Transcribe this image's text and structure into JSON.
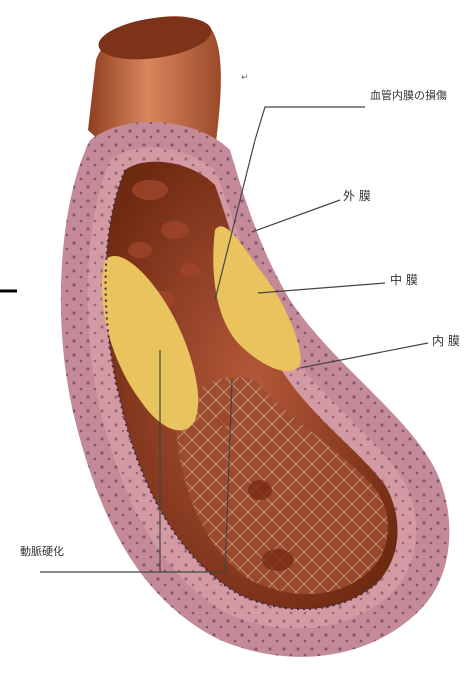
{
  "labels": {
    "top_note": "血管内膜の損傷",
    "outer_membrane": "外 膜",
    "middle_membrane": "中 膜",
    "inner_membrane": "内 膜",
    "atherosclerosis": "動脈硬化",
    "small_mark": "↵"
  },
  "colors": {
    "outer_wall": "#b97a8c",
    "vessel_skin": "#c46a45",
    "lumen": "#8a3a1d",
    "plaque": "#e9c25c",
    "leader_line": "#444444"
  }
}
